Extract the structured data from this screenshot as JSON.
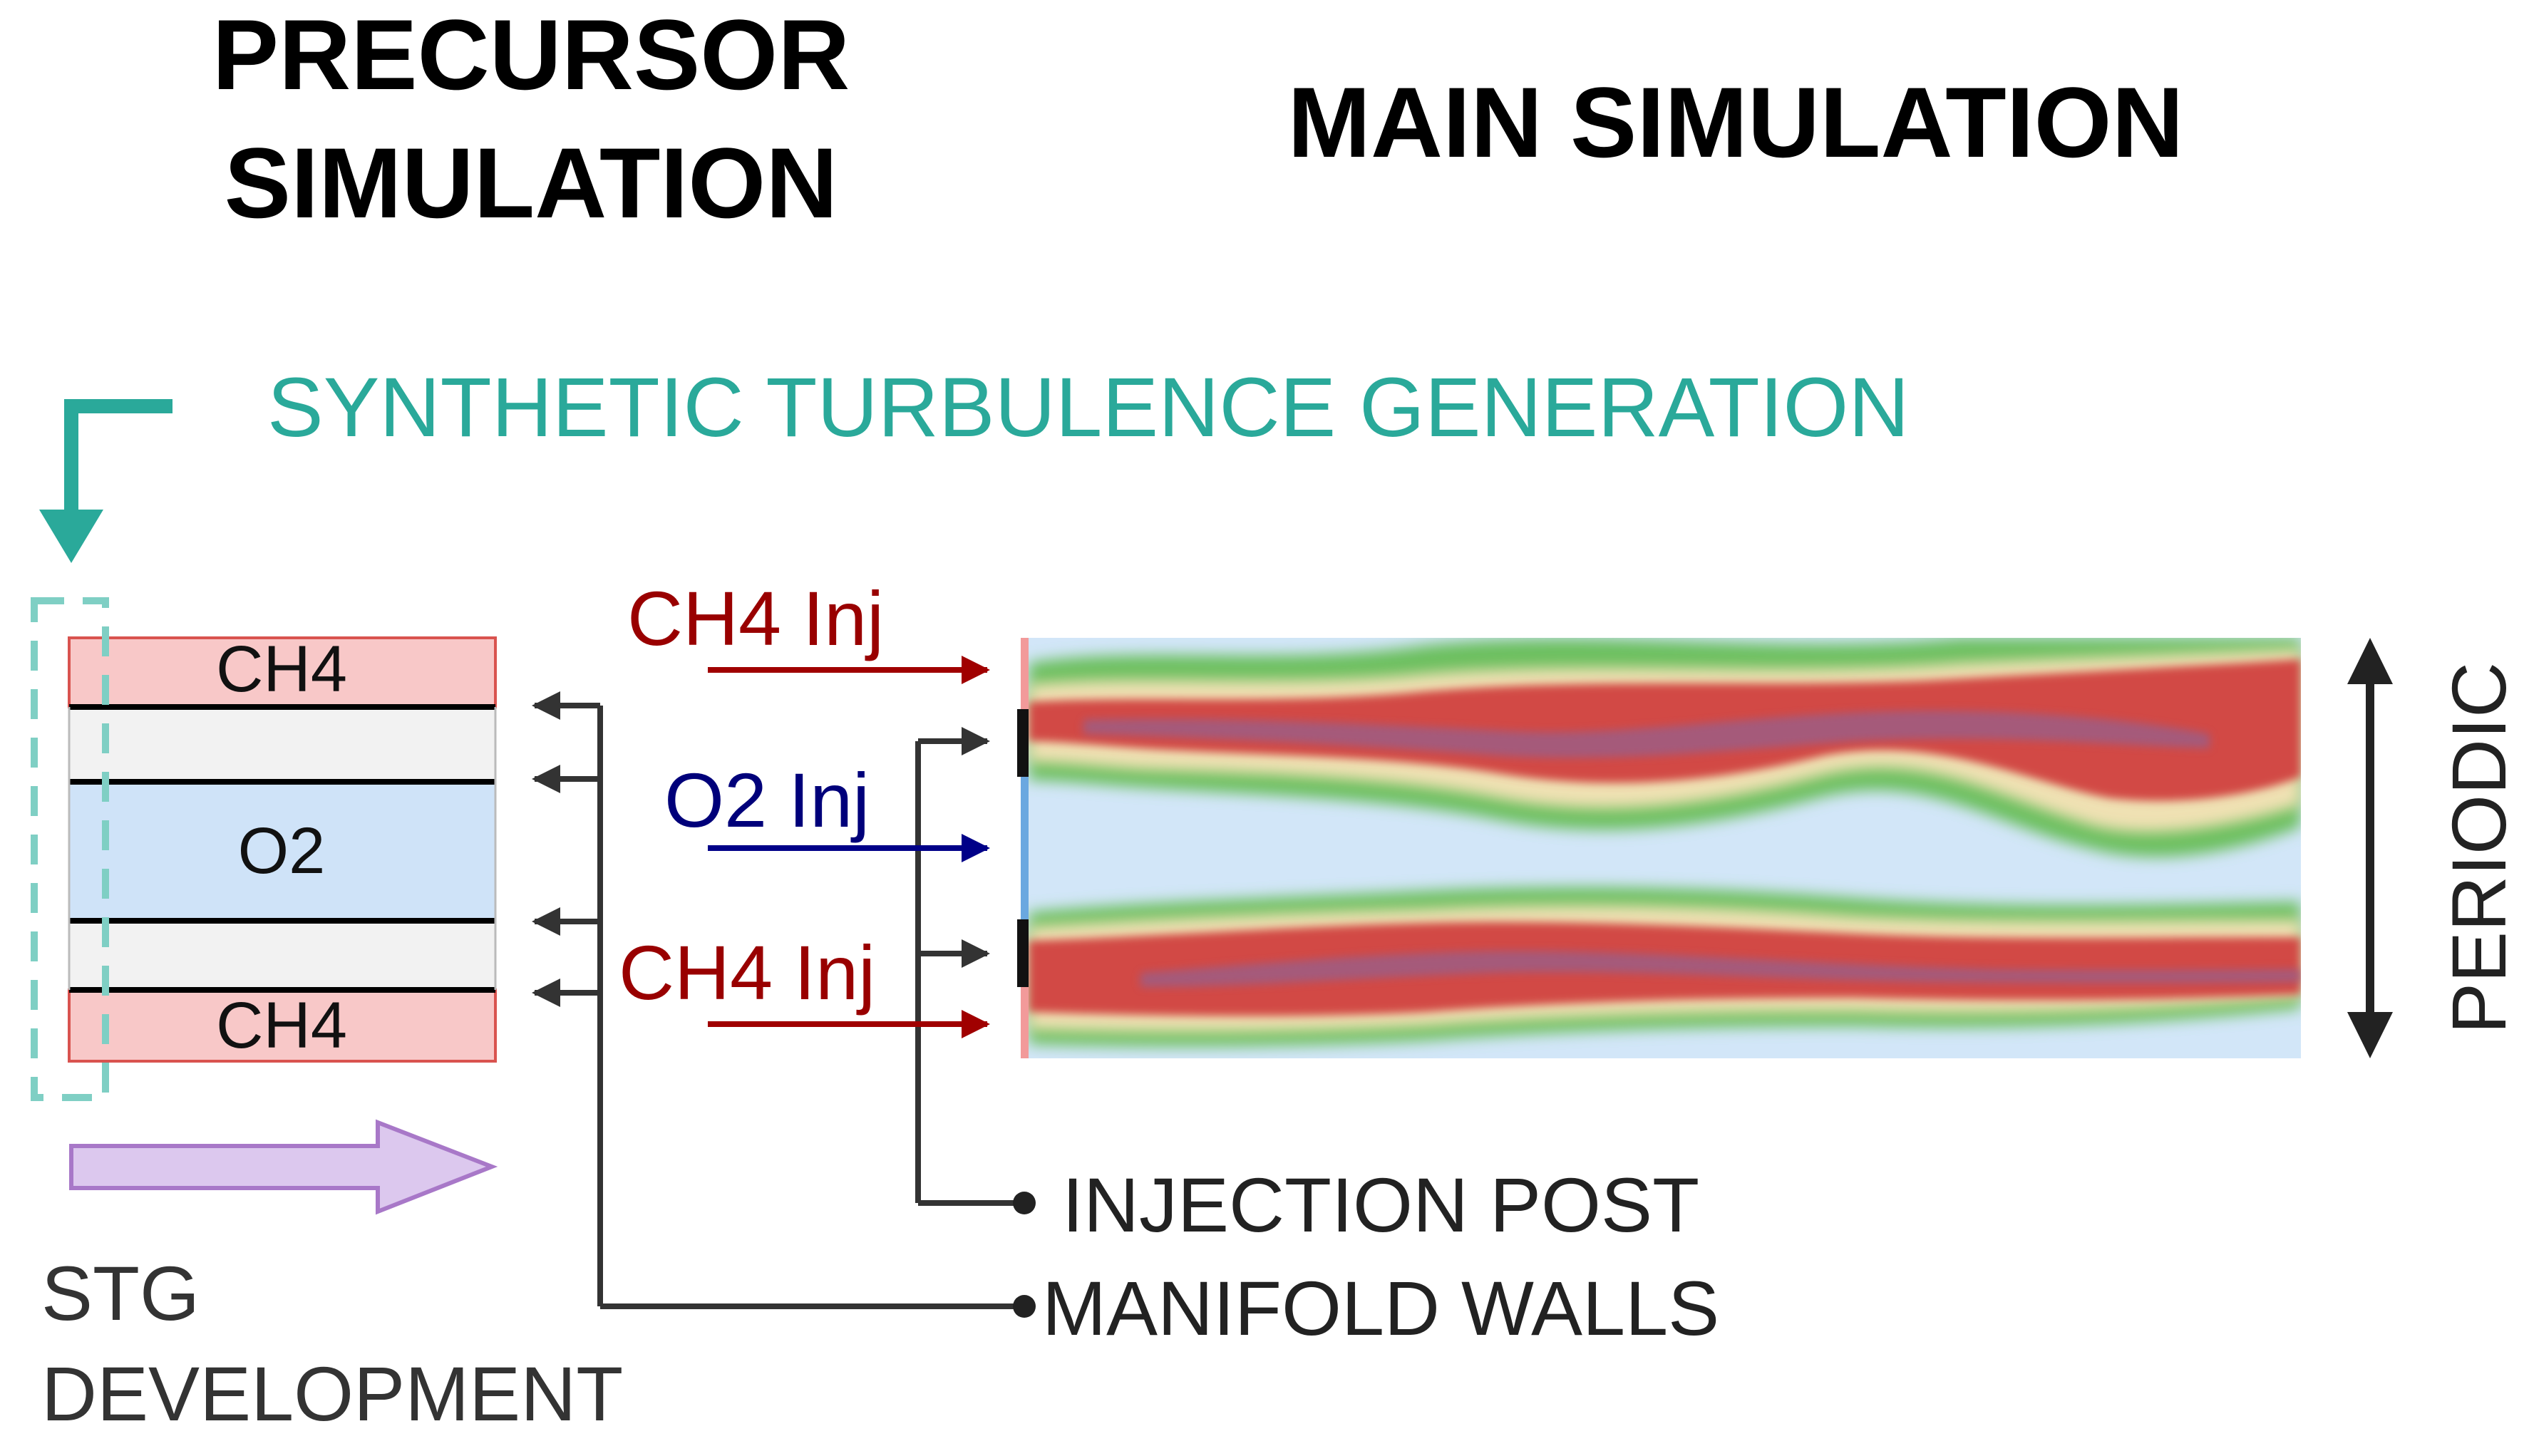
{
  "titles": {
    "precursor_line1": "PRECURSOR",
    "precursor_line2": "SIMULATION",
    "main": "MAIN SIMULATION"
  },
  "stg_label": "SYNTHETIC TURBULENCE GENERATION",
  "precursor_domain": {
    "top_layer": "CH4",
    "middle_layer": "O2",
    "bottom_layer": "CH4"
  },
  "injection_labels": {
    "ch4_top": "CH4 Inj",
    "o2": "O2 Inj",
    "ch4_bottom": "CH4 Inj"
  },
  "callouts": {
    "injection_post": "INJECTION POST",
    "manifold_walls": "MANIFOLD WALLS"
  },
  "periodic_label": "PERIODIC",
  "development_label": {
    "line1": "STG",
    "line2": "DEVELOPMENT"
  },
  "colors": {
    "ch4_fill": "#f8c8c8",
    "ch4_stroke": "#d9534f",
    "o2_fill": "#cfe3f8",
    "wall_fill": "#f2f2f2",
    "stg_teal": "#2aa99a",
    "dark_red": "#990000",
    "dark_blue": "#00007a",
    "arrow_dark": "#333333",
    "development_arrow": "#dcc8ee"
  }
}
